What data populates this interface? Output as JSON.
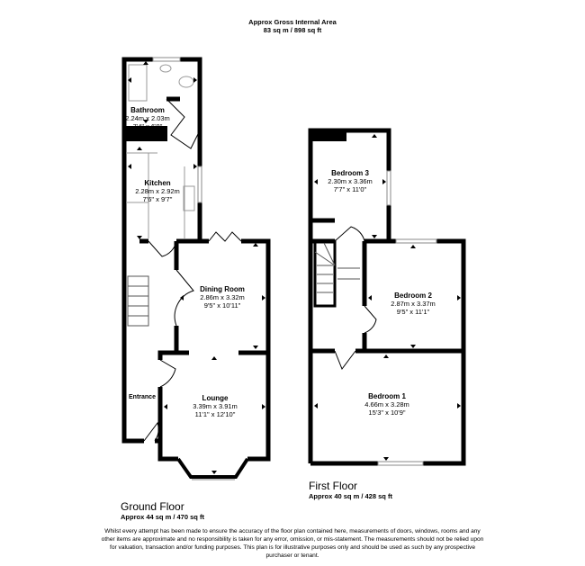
{
  "header": {
    "title": "Approx Gross Internal Area",
    "area": "83 sq m / 898 sq ft"
  },
  "ground_floor": {
    "name": "Ground Floor",
    "area": "Approx 44 sq m / 470 sq ft",
    "rooms": [
      {
        "name": "Bathroom",
        "metric": "2.24m x 2.03m",
        "imperial": "7'4\" x 6'8\""
      },
      {
        "name": "Kitchen",
        "metric": "2.28m x 2.92m",
        "imperial": "7'6\" x 9'7\""
      },
      {
        "name": "Dining Room",
        "metric": "2.86m x 3.32m",
        "imperial": "9'5\" x 10'11\""
      },
      {
        "name": "Lounge",
        "metric": "3.39m x 3.91m",
        "imperial": "11'1\" x 12'10\""
      },
      {
        "name": "Entrance"
      }
    ]
  },
  "first_floor": {
    "name": "First Floor",
    "area": "Approx 40 sq m / 428 sq ft",
    "rooms": [
      {
        "name": "Bedroom 3",
        "metric": "2.30m x 3.36m",
        "imperial": "7'7\" x 11'0\""
      },
      {
        "name": "Bedroom 2",
        "metric": "2.87m x 3.37m",
        "imperial": "9'5\" x 11'1\""
      },
      {
        "name": "Bedroom 1",
        "metric": "4.66m x 3.28m",
        "imperial": "15'3\" x 10'9\""
      }
    ]
  },
  "disclaimer": "Whilst every attempt has been made to ensure the accuracy of the floor plan contained here, measurements of doors, windows, rooms and any other items are approximate and no responsibility is taken for any error, omission, or mis-statement. The measurements should not be relied upon for valuation, transaction and/or funding purposes. This plan is for illustrative purposes only and should be used as such by any prospective purchaser or tenant."
}
